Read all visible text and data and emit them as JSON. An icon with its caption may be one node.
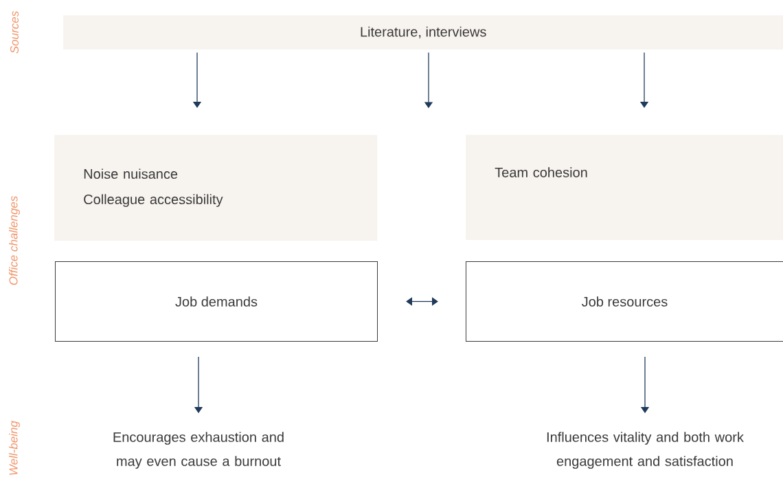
{
  "diagram": {
    "nodes": [
      {
        "text": [
          "Literature, interviews"
        ]
      },
      {
        "text": [
          "Noise nuisance",
          "Colleague accessibility"
        ]
      },
      {
        "text": [
          "Team cohesion"
        ]
      },
      {
        "text": [
          "Job demands"
        ]
      },
      {
        "text": [
          "Job resources"
        ]
      },
      {
        "text": [
          "Encourages exhaustion and may even cause a burnout"
        ]
      },
      {
        "text": [
          "Influences vitality and both work engagement and satisfaction"
        ]
      }
    ],
    "edges": [
      {
        "from": 0,
        "to": 1,
        "arrow": "to"
      },
      {
        "from": 0,
        "to": null,
        "arrow": "to"
      },
      {
        "from": 0,
        "to": 2,
        "arrow": "to"
      },
      {
        "from": 3,
        "to": 4,
        "arrow": "both"
      },
      {
        "from": 3,
        "to": 5,
        "arrow": "to"
      },
      {
        "from": 4,
        "to": 6,
        "arrow": "to"
      }
    ],
    "labels": [
      "Sources",
      "Office challenges",
      "Well-being"
    ]
  }
}
